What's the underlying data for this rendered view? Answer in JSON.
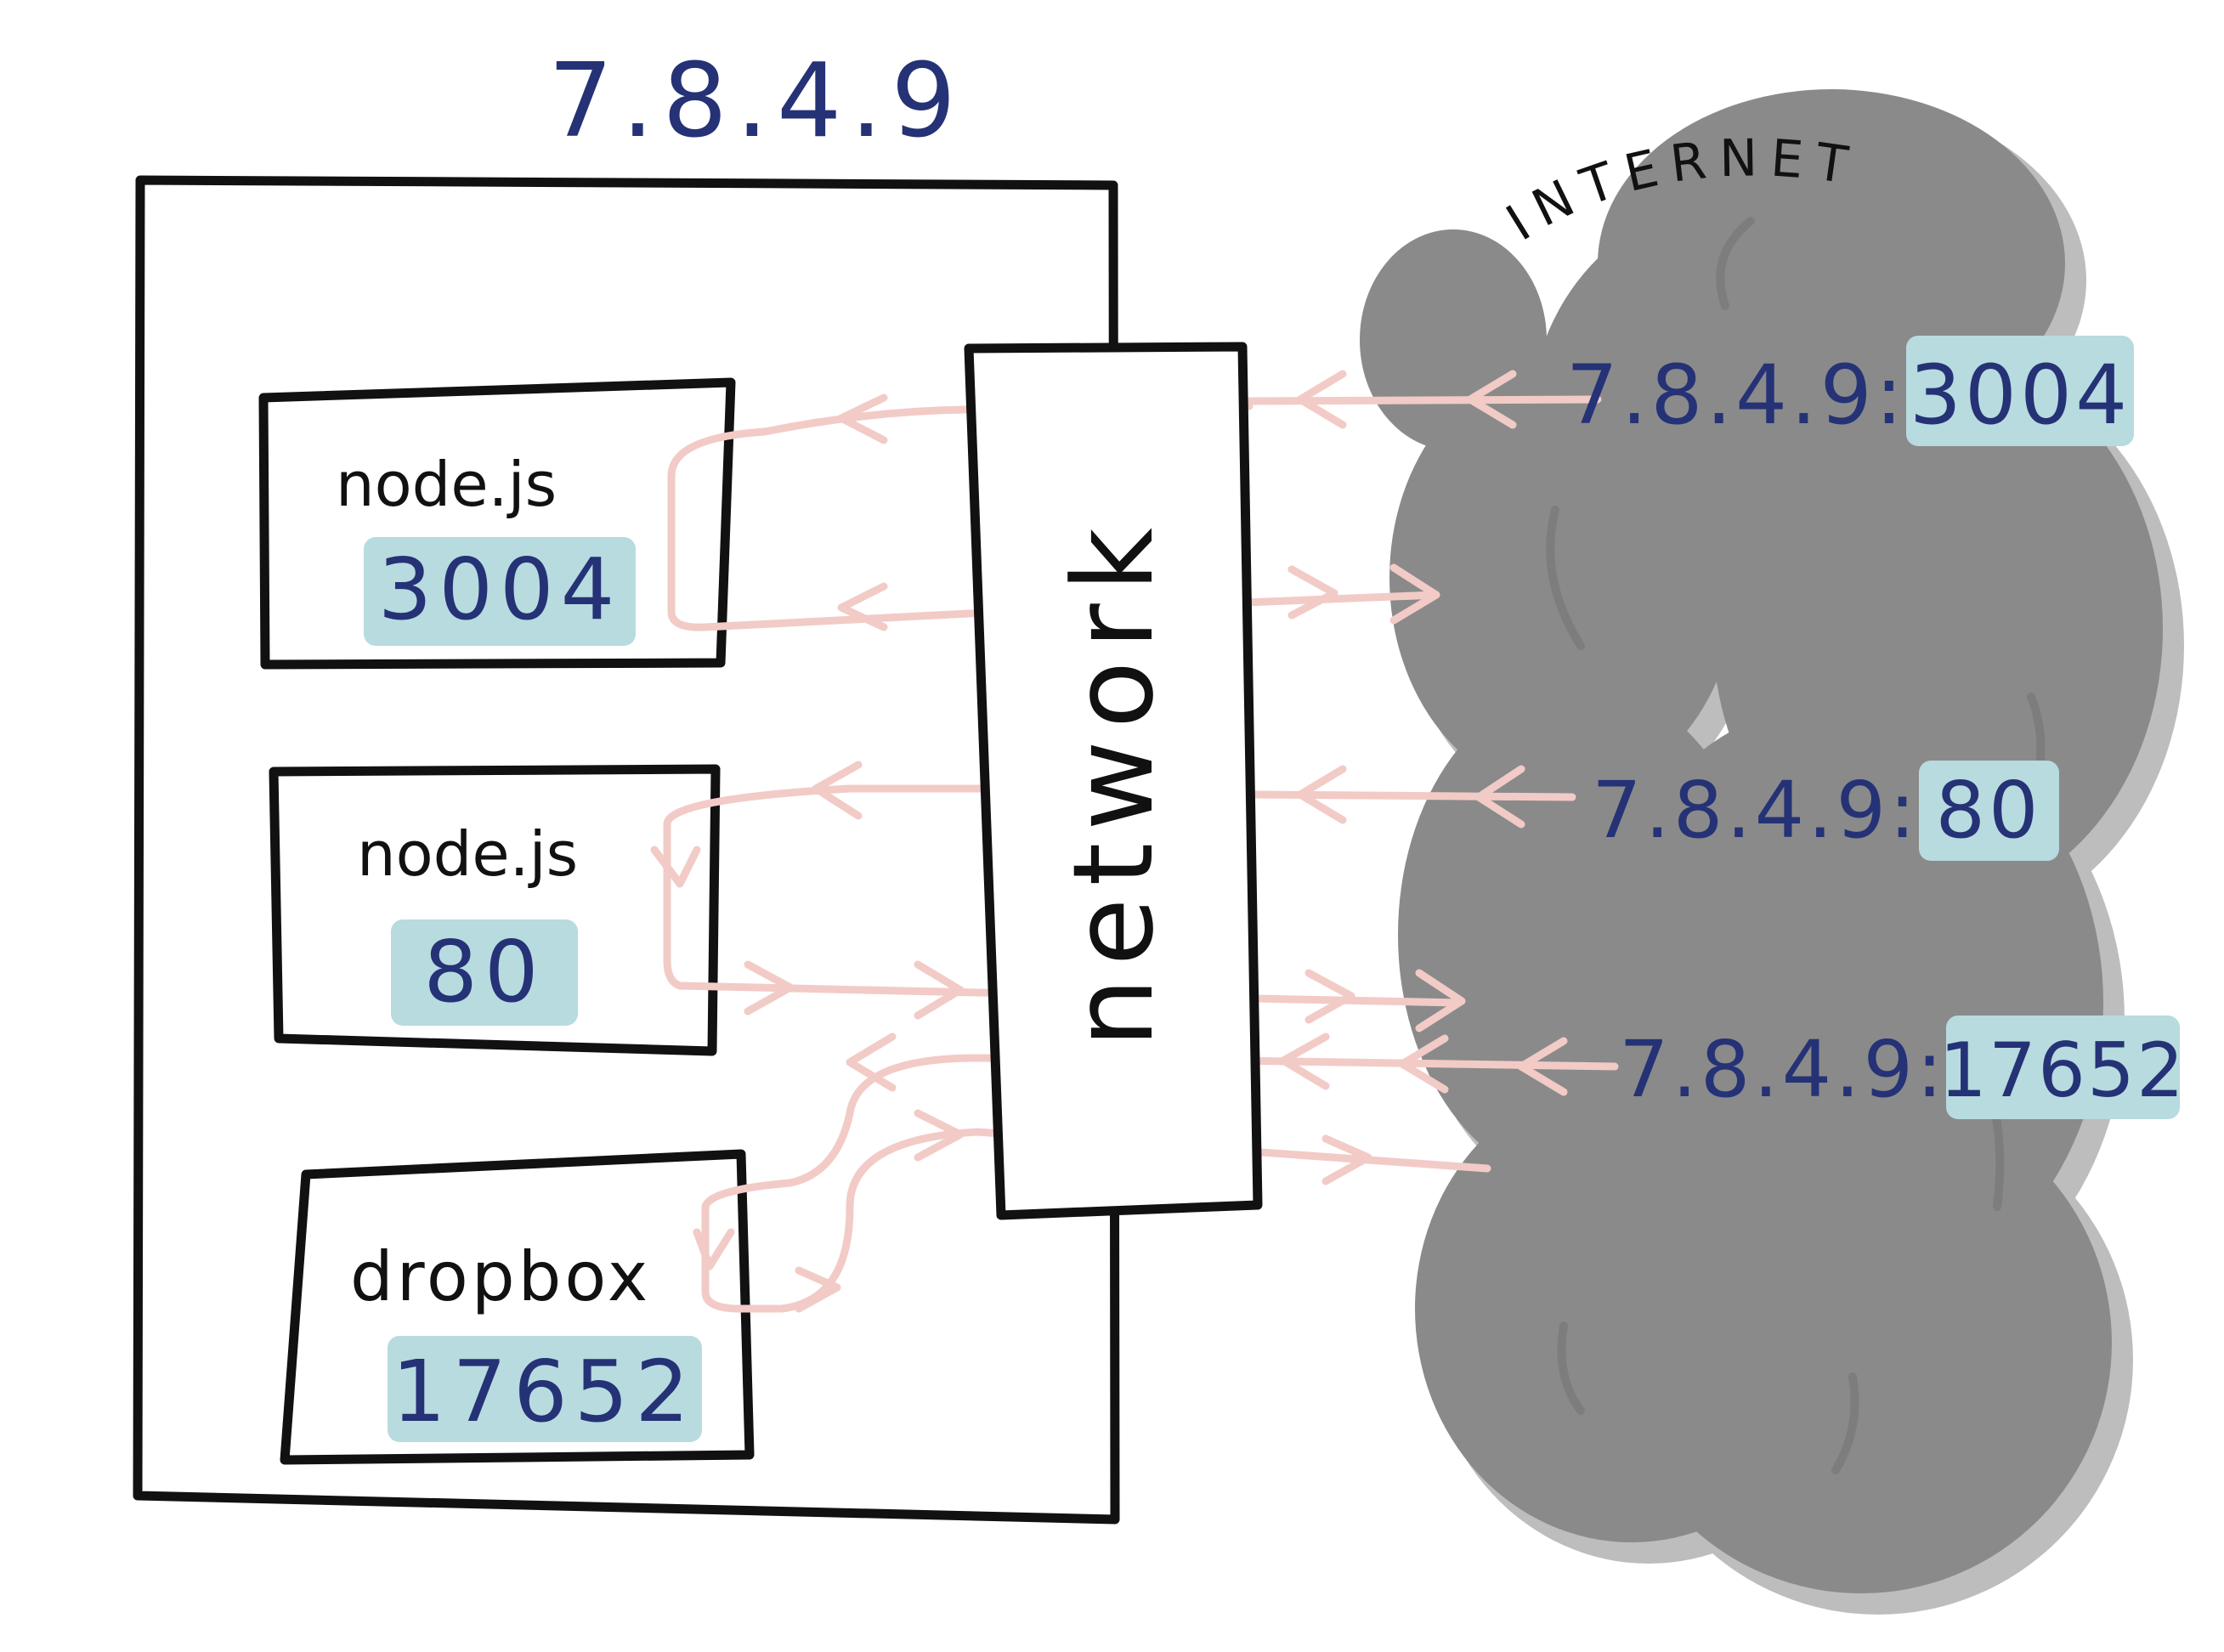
{
  "machine": {
    "ip": "7.8.4.9"
  },
  "network": {
    "label": "network"
  },
  "internet": {
    "label": "INTERNET"
  },
  "processes": [
    {
      "name": "node.js",
      "port": "3004"
    },
    {
      "name": "node.js",
      "port": "80"
    },
    {
      "name": "dropbox",
      "port": "17652"
    }
  ],
  "addresses": [
    {
      "ip": "7.8.4.9:",
      "port": "3004"
    },
    {
      "ip": "7.8.4.9:",
      "port": "80"
    },
    {
      "ip": "7.8.4.9:",
      "port": "17652"
    }
  ],
  "colors": {
    "ink": "#111111",
    "label_blue": "#253276",
    "port_highlight": "#b7dbdf",
    "arrow_pink": "#f2cbc6",
    "cloud_gray": "#8a8a8a",
    "cloud_shadow": "#bdbdbd"
  }
}
